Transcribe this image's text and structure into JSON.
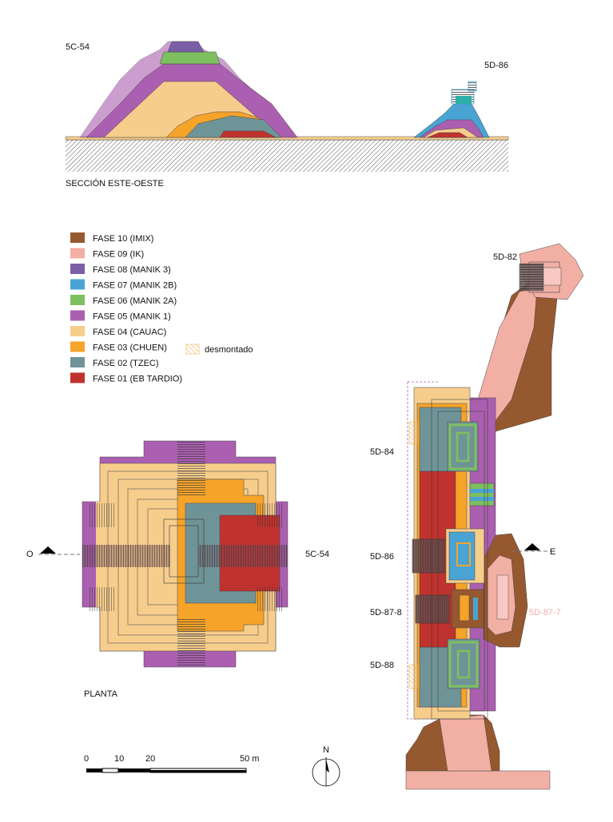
{
  "section": {
    "label_left": "5C-54",
    "label_right": "5D-86",
    "title": "SECCIÓN ESTE-OESTE"
  },
  "legend": {
    "items": [
      {
        "label": "FASE 10 (IMIX)",
        "color": "#96582F"
      },
      {
        "label": "FASE 09 (IK)",
        "color": "#F2AFA4"
      },
      {
        "label": "FASE 08 (MANIK 3)",
        "color": "#7B5EA8"
      },
      {
        "label": "FASE 07 (MANIK 2B)",
        "color": "#49A4D3"
      },
      {
        "label": "FASE 06 (MANIK 2A)",
        "color": "#7EBF60"
      },
      {
        "label": "FASE 05 (MANIK 1)",
        "color": "#AB5FB0"
      },
      {
        "label": "FASE 04 (CAUAC)",
        "color": "#F7CD8C"
      },
      {
        "label": "FASE 03 (CHUEN)",
        "color": "#F6A32A"
      },
      {
        "label": "FASE 02 (TZEC)",
        "color": "#6F9498"
      },
      {
        "label": "FASE 01 (EB TARDIO)",
        "color": "#C0322E"
      }
    ],
    "dismantled": "desmontado"
  },
  "plan": {
    "title": "PLANTA",
    "west": "O",
    "east": "E",
    "labels": {
      "p5c54": "5C-54",
      "p5d82": "5D-82",
      "p5d84": "5D-84",
      "p5d86": "5D-86",
      "p5d878": "5D-87-8",
      "p5d88": "5D-88",
      "p5d877": "5D-87-7"
    }
  },
  "scale": {
    "t0": "0",
    "t10": "10",
    "t20": "20",
    "t50": "50 m"
  },
  "north": "N"
}
